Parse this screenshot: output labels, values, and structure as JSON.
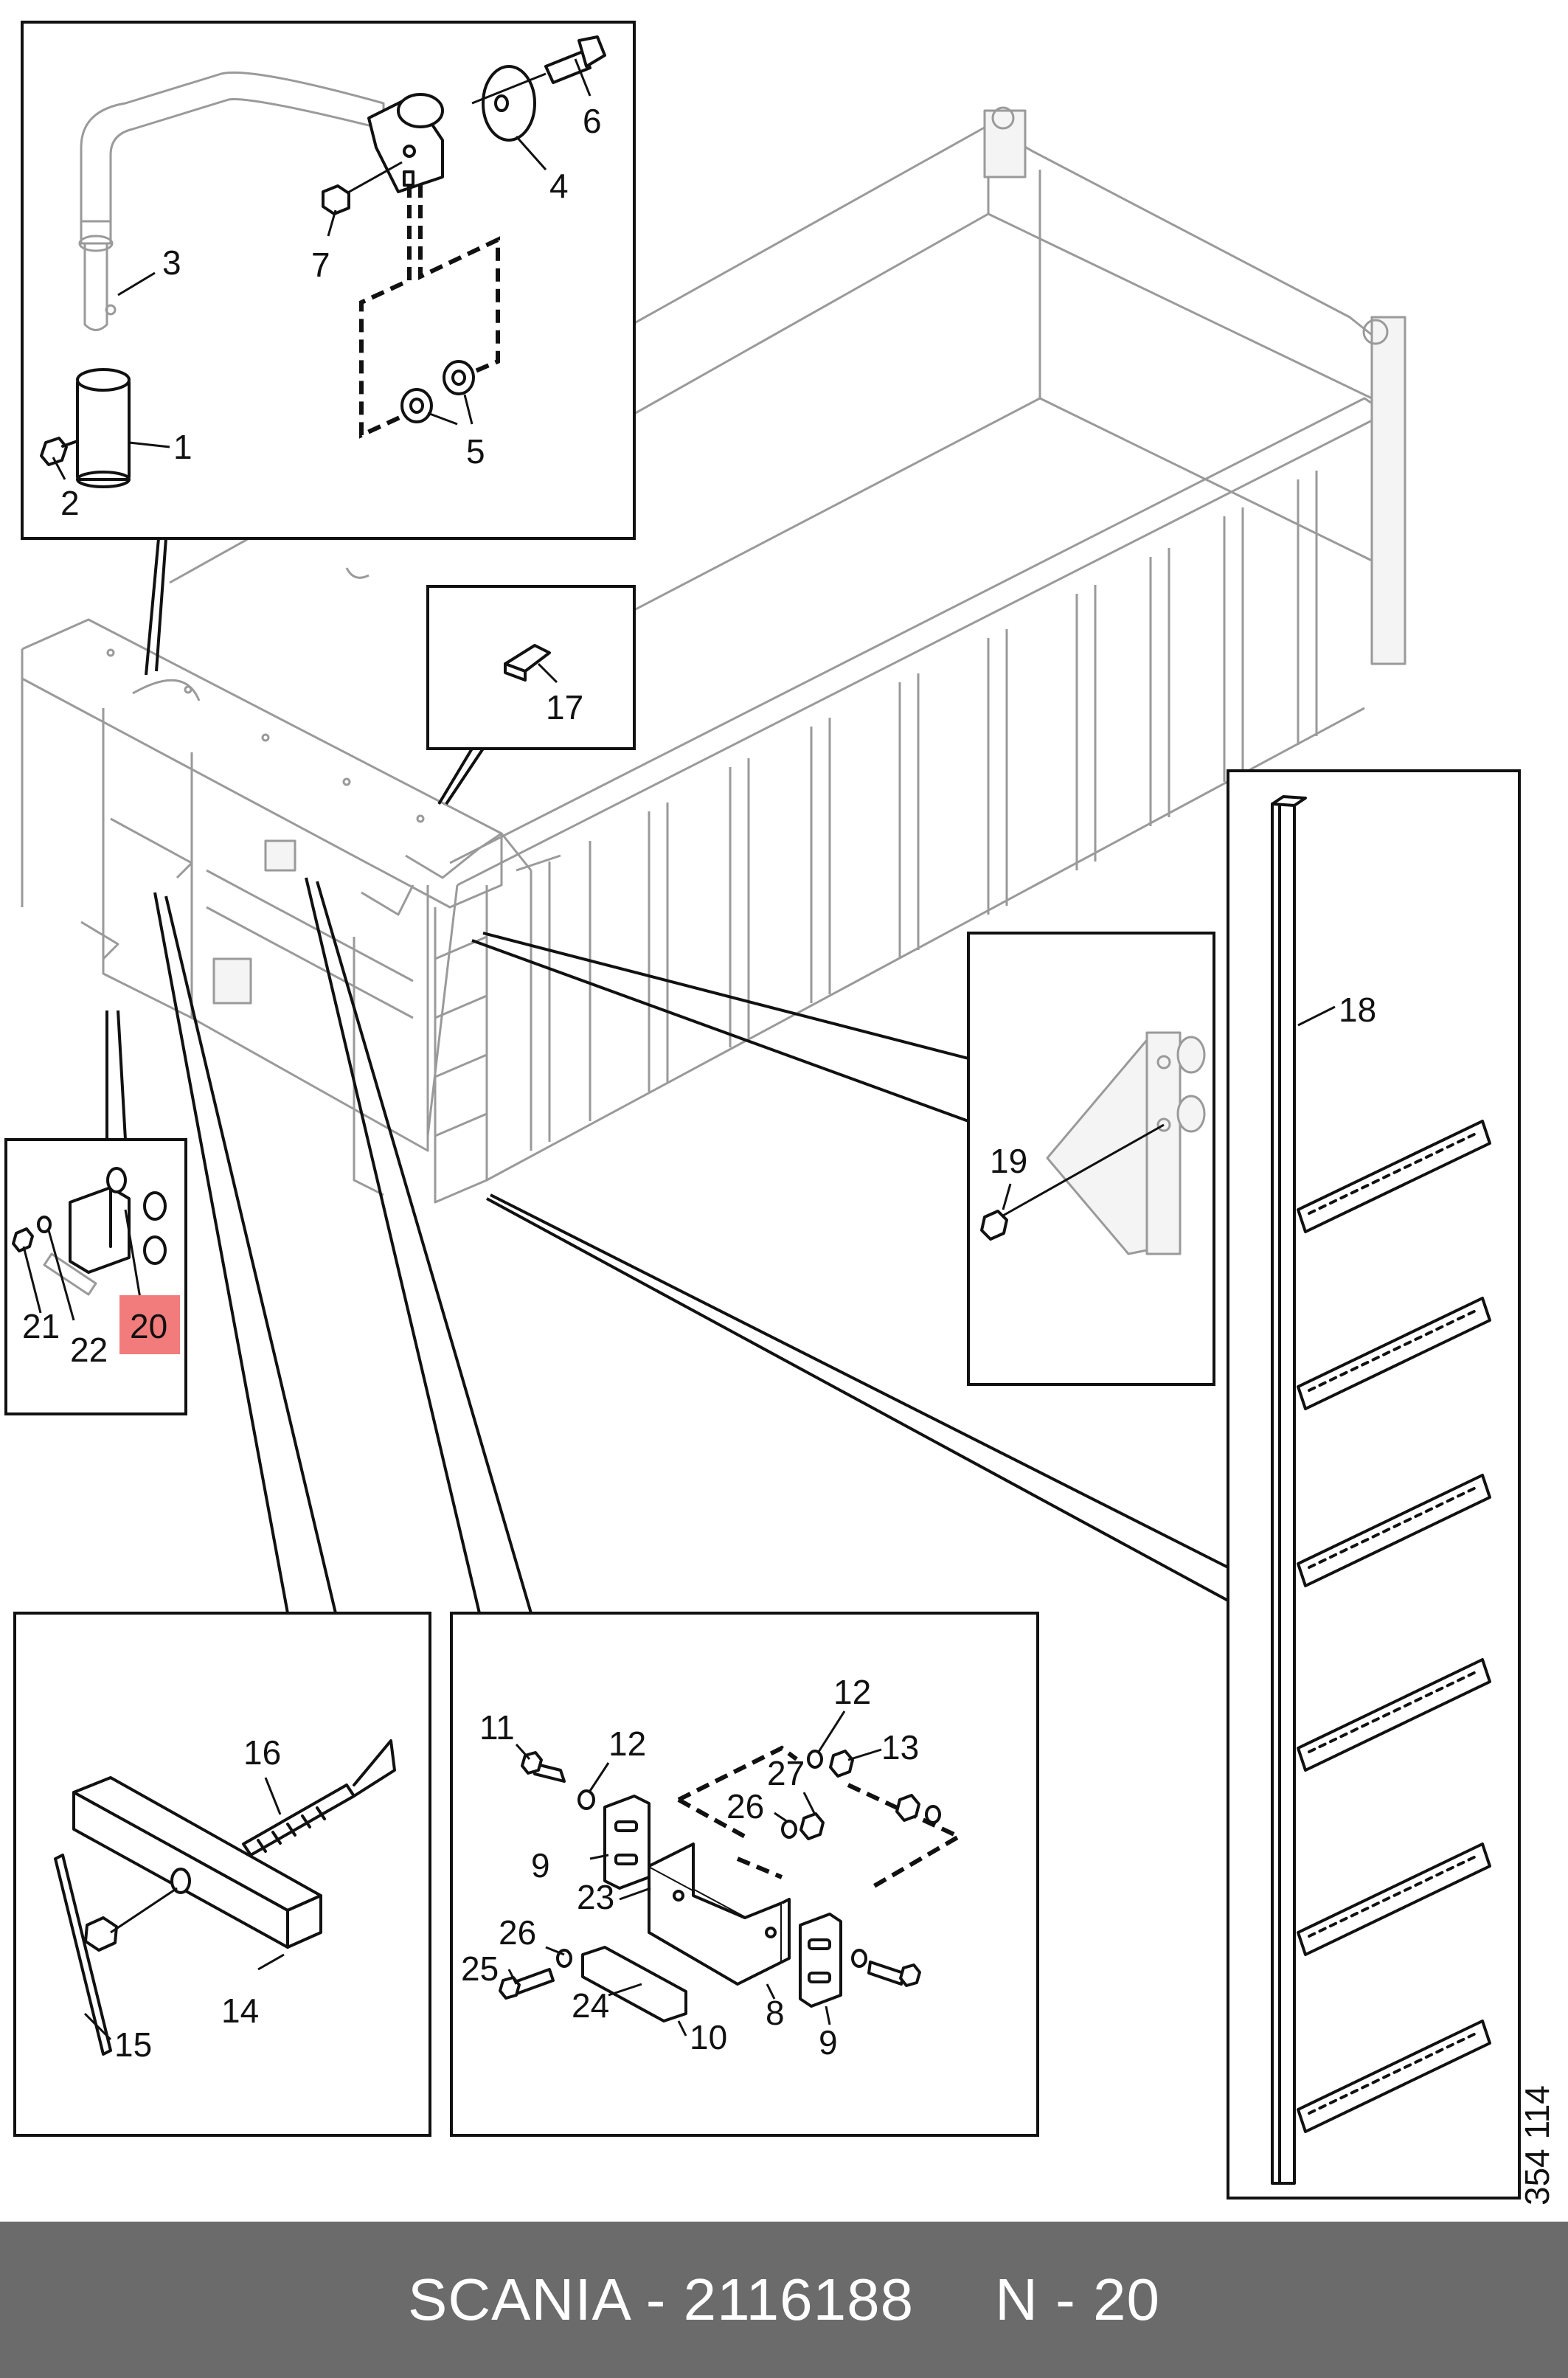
{
  "part_labels": {
    "p1": "1",
    "p2": "2",
    "p3": "3",
    "p4": "4",
    "p5": "5",
    "p6": "6",
    "p7": "7",
    "p8": "8",
    "p9a": "9",
    "p9b": "9",
    "p10": "10",
    "p11": "11",
    "p12a": "12",
    "p12b": "12",
    "p13": "13",
    "p14": "14",
    "p15": "15",
    "p16": "16",
    "p17": "17",
    "p18": "18",
    "p19": "19",
    "p20": "20",
    "p21": "21",
    "p22": "22",
    "p23": "23",
    "p24": "24",
    "p25": "25",
    "p26a": "26",
    "p26b": "26",
    "p27": "27"
  },
  "highlight_part": "20",
  "highlight_color": "#f27b7b",
  "drawing_number": "354 114",
  "footer": {
    "brand_part": "SCANIA - 2116188",
    "position": "N - 20"
  },
  "colors": {
    "footer_bg": "#6b6b6b",
    "ghost_line": "#9a9a9a",
    "line": "#111111"
  }
}
